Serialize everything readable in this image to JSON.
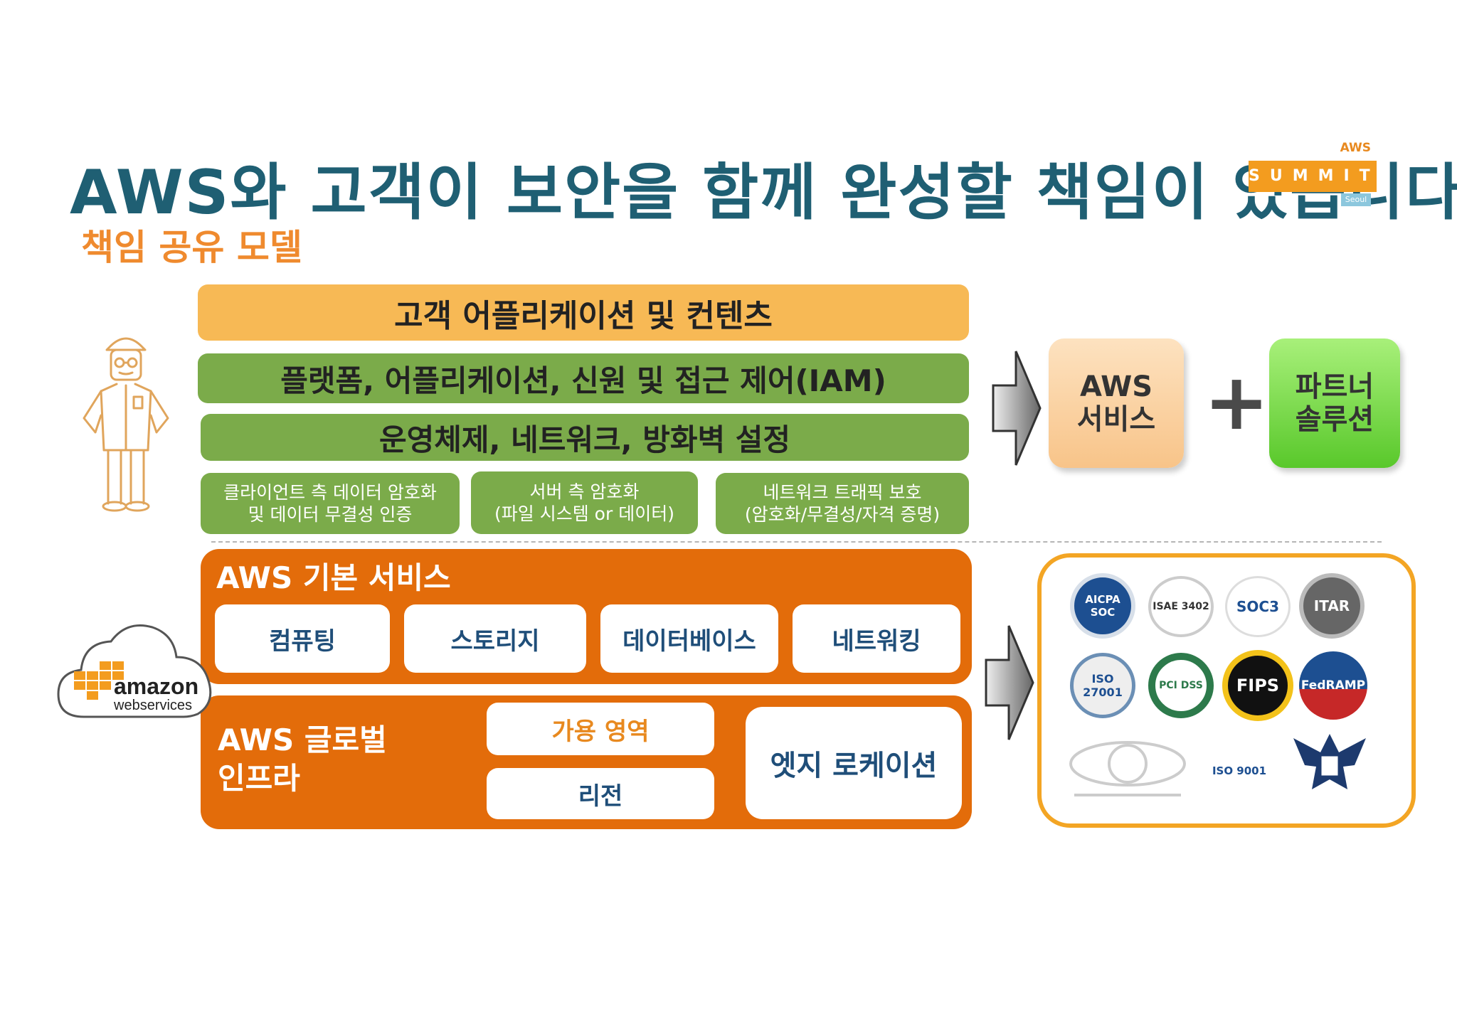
{
  "header": {
    "title": "AWS와 고객이 보안을 함께 완성할 책임이 있습니다.",
    "subtitle": "책임 공유 모델"
  },
  "summit_logo": {
    "aws": "AWS",
    "band": "SUMMIT",
    "city": "Seoul"
  },
  "customer_layer": {
    "app_content": "고객 어플리케이션 및 컨텐츠",
    "platform": "플랫폼, 어플리케이션, 신원 및 접근 제어(IAM)",
    "os": "운영체제, 네트워크, 방화벽 설정",
    "client_encryption": "클라이언트 측 데이터 암호화\n및 데이터 무결성 인증",
    "server_encryption": "서버 측 암호화\n(파일 시스템 or 데이터)",
    "network_protection": "네트워크 트래픽 보호\n(암호화/무결성/자격 증명)"
  },
  "aws_layer": {
    "foundation_label": "AWS 기본 서비스",
    "foundation_items": [
      "컴퓨팅",
      "스토리지",
      "데이터베이스",
      "네트워킹"
    ],
    "global_label": "AWS 글로벌\n인프라",
    "availability_zone": "가용 영역",
    "region": "리전",
    "edge_location": "엣지 로케이션"
  },
  "amazon_logo": {
    "word": "amazon",
    "sub": "webservices"
  },
  "right_side": {
    "aws_services": "AWS\n서비스",
    "plus": "+",
    "partner_solutions": "파트너\n솔루션"
  },
  "certifications": {
    "row1": [
      "AICPA SOC",
      "ISAE 3402",
      "SOC3",
      "ITAR"
    ],
    "row2": [
      "ISO 27001",
      "PCI DSS",
      "FIPS",
      "FedRAMP"
    ],
    "row3": [
      "",
      "ISO 9001",
      ""
    ]
  },
  "colors": {
    "title": "#1f5f73",
    "subtitle": "#ef8a2e",
    "light_orange": "#f7b955",
    "green": "#7bab4a",
    "orange": "#e36c0a",
    "frame": "#f3a524"
  }
}
